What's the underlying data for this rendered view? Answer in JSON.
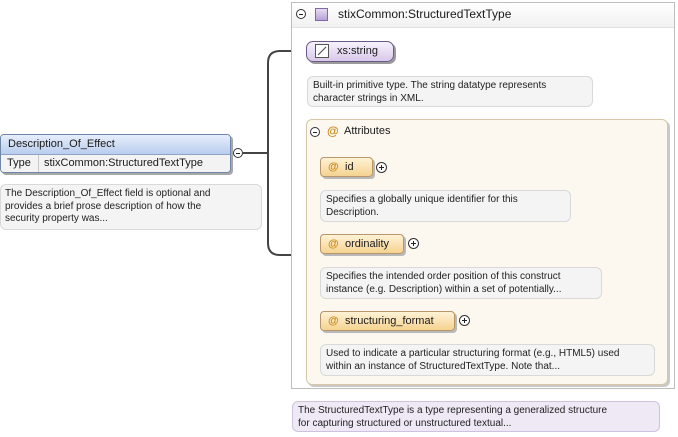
{
  "element": {
    "name": "Description_Of_Effect",
    "type_label": "Type",
    "type_value": "stixCommon:StructuredTextType",
    "doc": [
      "The Description_Of_Effect field is optional and",
      "provides a brief prose description of how the",
      "security property was..."
    ]
  },
  "complex_type": {
    "name": "stixCommon:StructuredTextType",
    "doc": [
      "The StructuredTextType is a type representing a generalized structure",
      "for capturing structured or unstructured textual..."
    ]
  },
  "base_type": {
    "name": "xs:string",
    "doc": [
      "Built-in primitive type. The string datatype represents",
      "character strings in XML."
    ]
  },
  "attributes": {
    "header": "Attributes",
    "items": [
      {
        "name": "id",
        "doc": [
          "Specifies a globally unique identifier for this",
          "Description."
        ]
      },
      {
        "name": "ordinality",
        "doc": [
          "Specifies the intended order position of this construct",
          "instance (e.g. Description) within a set of potentially..."
        ]
      },
      {
        "name": "structuring_format",
        "doc": [
          "Used to indicate a particular structuring format (e.g., HTML5) used",
          "within an instance of StructuredTextType. Note that..."
        ]
      }
    ]
  },
  "icons": {
    "collapse": "minus-circle-icon",
    "expand": "plus-circle-icon",
    "complex_type": "complex-type-icon",
    "simple_type": "simple-type-icon",
    "attribute": "attribute-at-icon"
  },
  "colors": {
    "element_header": "#cfe0f7",
    "attribute_fill": "#f5d391",
    "attributes_panel": "#fdf8ef",
    "type_fill": "#e6d9f2"
  }
}
